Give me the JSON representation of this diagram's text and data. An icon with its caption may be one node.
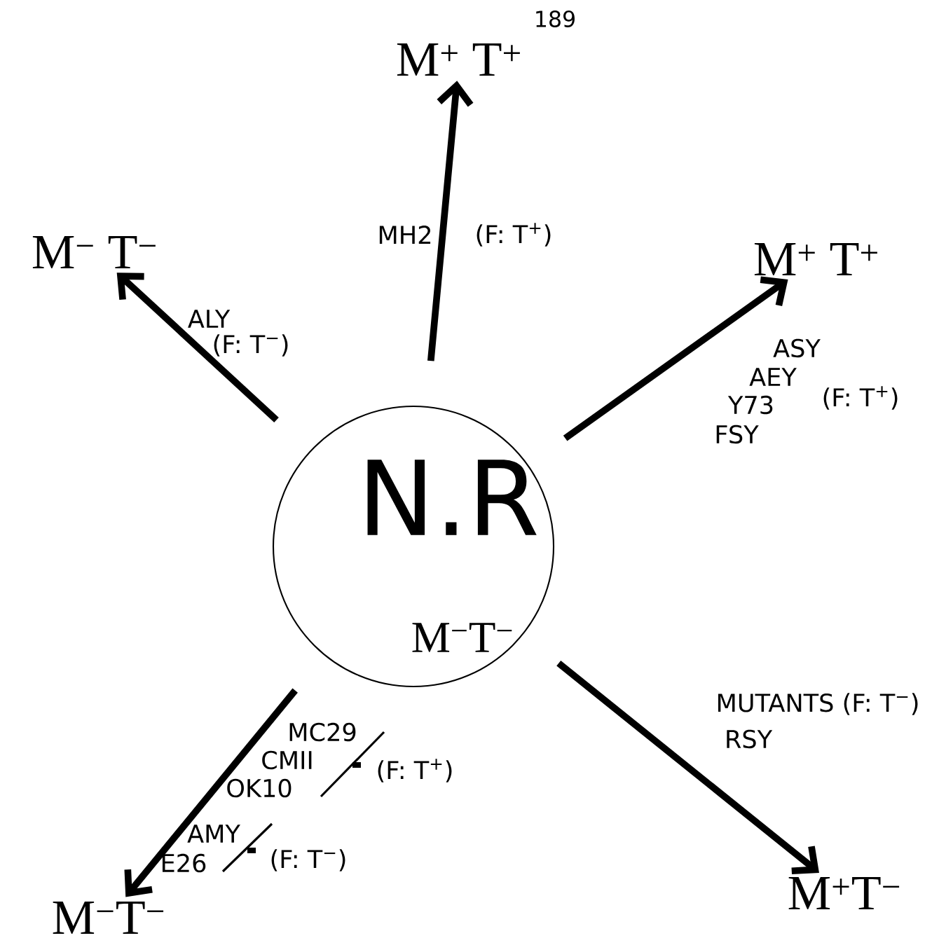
{
  "diagram": {
    "nodes": [
      {
        "text": [
          "N.R",
          "M$^{−}$T$^{−}$"
        ]
      },
      {
        "text": [
          "M$^{+}$ T$^{+}$"
        ],
        "beside": [
          "189"
        ]
      },
      {
        "text": [
          "M$^{−}$ T$^{−}$"
        ]
      },
      {
        "text": [
          "M$^{+}$ T$^{+}$"
        ]
      },
      {
        "text": [
          "M$^{−}$T$^{−}$"
        ]
      },
      {
        "text": [
          "M$^{+}$T$^{−}$"
        ]
      }
    ],
    "edges": [
      {
        "from": 0,
        "to": 1,
        "arrow": "to"
      },
      {
        "from": 0,
        "to": 2,
        "arrow": "to"
      },
      {
        "from": 0,
        "to": 3,
        "arrow": "to"
      },
      {
        "from": 0,
        "to": 4,
        "arrow": "to"
      },
      {
        "from": 0,
        "to": 5,
        "arrow": "to"
      }
    ],
    "labels": [
      "MH2",
      "(F: T$^{+}$)",
      "ALY",
      "(F: T$^{−}$)",
      "ASY",
      "AEY",
      "Y73",
      "(F: T$^{+}$)",
      "FSY",
      "MUTANTS (F: T$^{−}$)",
      "MC29",
      "RSY",
      "CMII",
      "OK10",
      "(F: T$^{+}$)",
      "AMY",
      "E26",
      "(F: T$^{−}$)"
    ]
  }
}
